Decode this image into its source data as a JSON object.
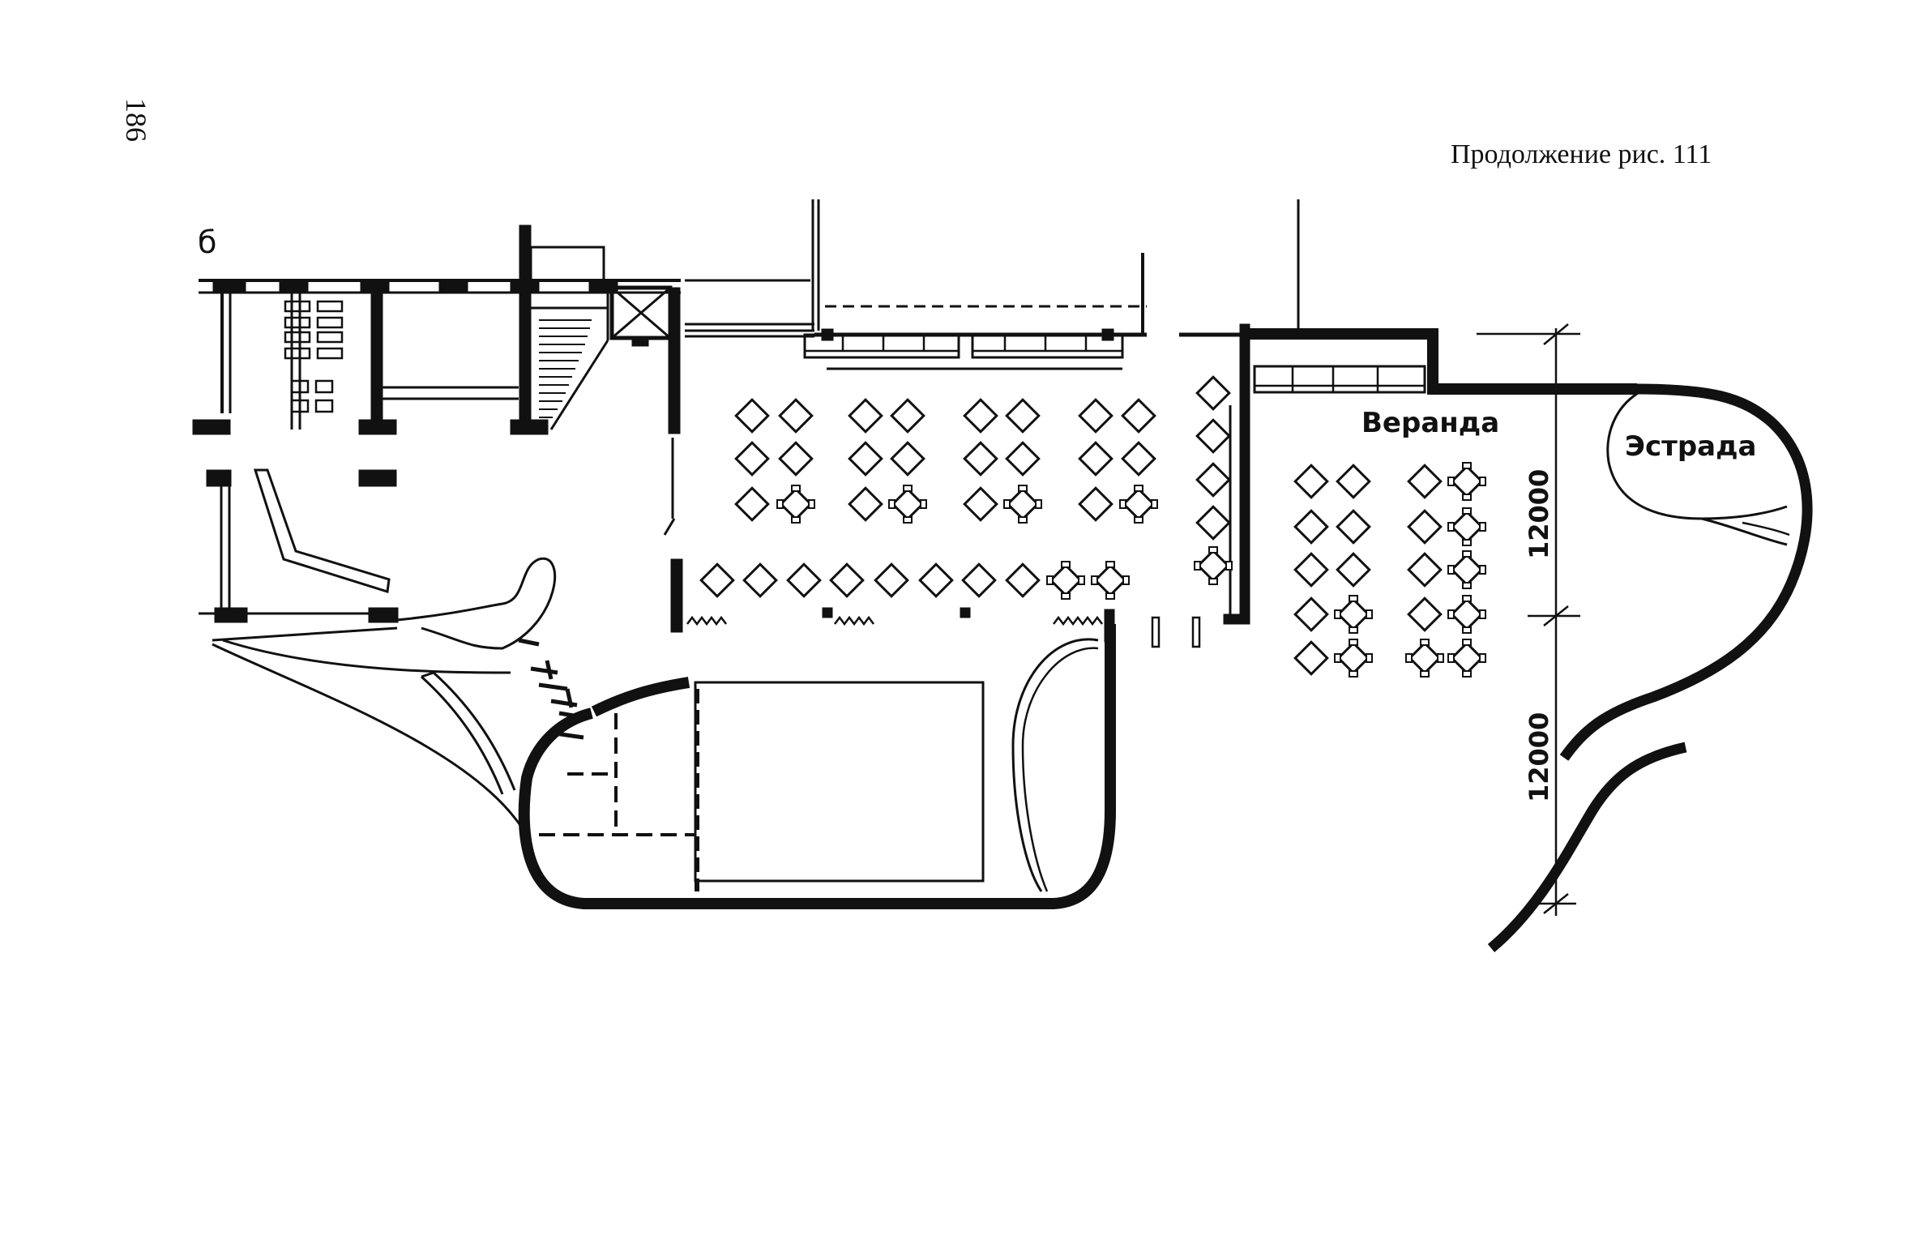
{
  "page": {
    "number": "186",
    "caption": "Продолжение рис. 111"
  },
  "plan": {
    "variant_label": "б",
    "rooms": {
      "veranda": "Веранда",
      "stage": "Эстрада"
    },
    "dimensions": {
      "upper": "12000",
      "lower": "12000"
    }
  }
}
